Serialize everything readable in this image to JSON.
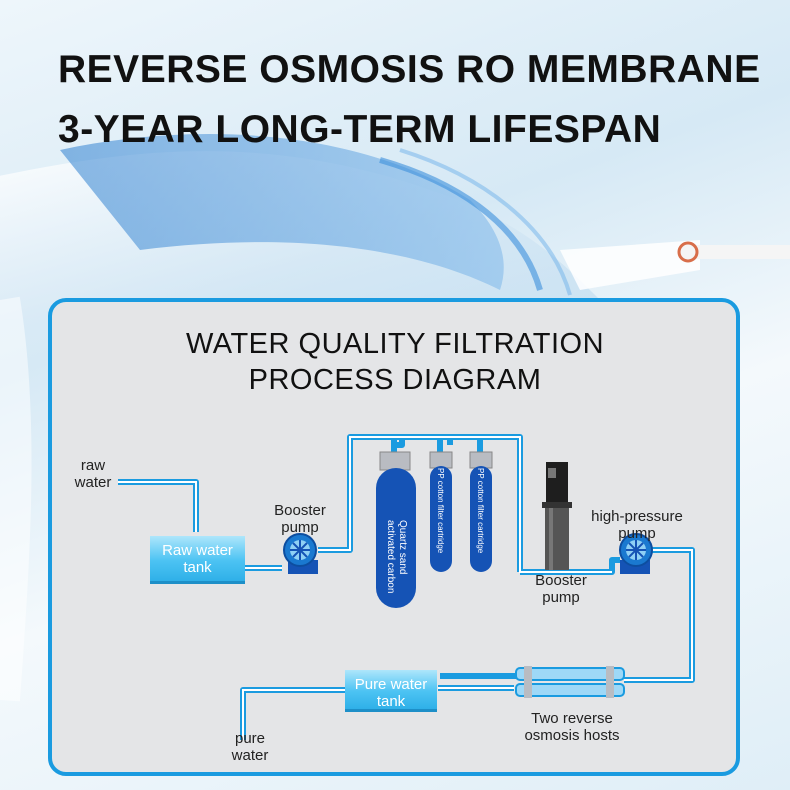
{
  "headline": {
    "line1": "REVERSE OSMOSIS RO MEMBRANE",
    "line2": "3-YEAR LONG-TERM LIFESPAN"
  },
  "diagram": {
    "title_line1": "WATER QUALITY FILTRATION",
    "title_line2": "PROCESS DIAGRAM",
    "raw_water": {
      "line1": "raw",
      "line2": "water"
    },
    "raw_tank": {
      "line1": "Raw water",
      "line2": "tank"
    },
    "booster1": {
      "line1": "Booster",
      "line2": "pump"
    },
    "carbon_filter": {
      "line1": "Quartz sand",
      "line2": "activated carbon"
    },
    "pp_filter1": "PP cotton filter cartridge",
    "pp_filter2": "PP cotton filter cartridge",
    "booster2": {
      "line1": "Booster",
      "line2": "pump"
    },
    "hp_pump": {
      "line1": "high-pressure",
      "line2": "pump"
    },
    "ro_hosts": {
      "line1": "Two reverse",
      "line2": "osmosis hosts"
    },
    "pure_tank": {
      "line1": "Pure water",
      "line2": "tank"
    },
    "pure_water": {
      "line1": "pure",
      "line2": "water"
    }
  },
  "colors": {
    "pipe": "#1a9be0",
    "filter": "#1553b5",
    "tank": "#39b8ee",
    "frame": "#1a9be0"
  }
}
